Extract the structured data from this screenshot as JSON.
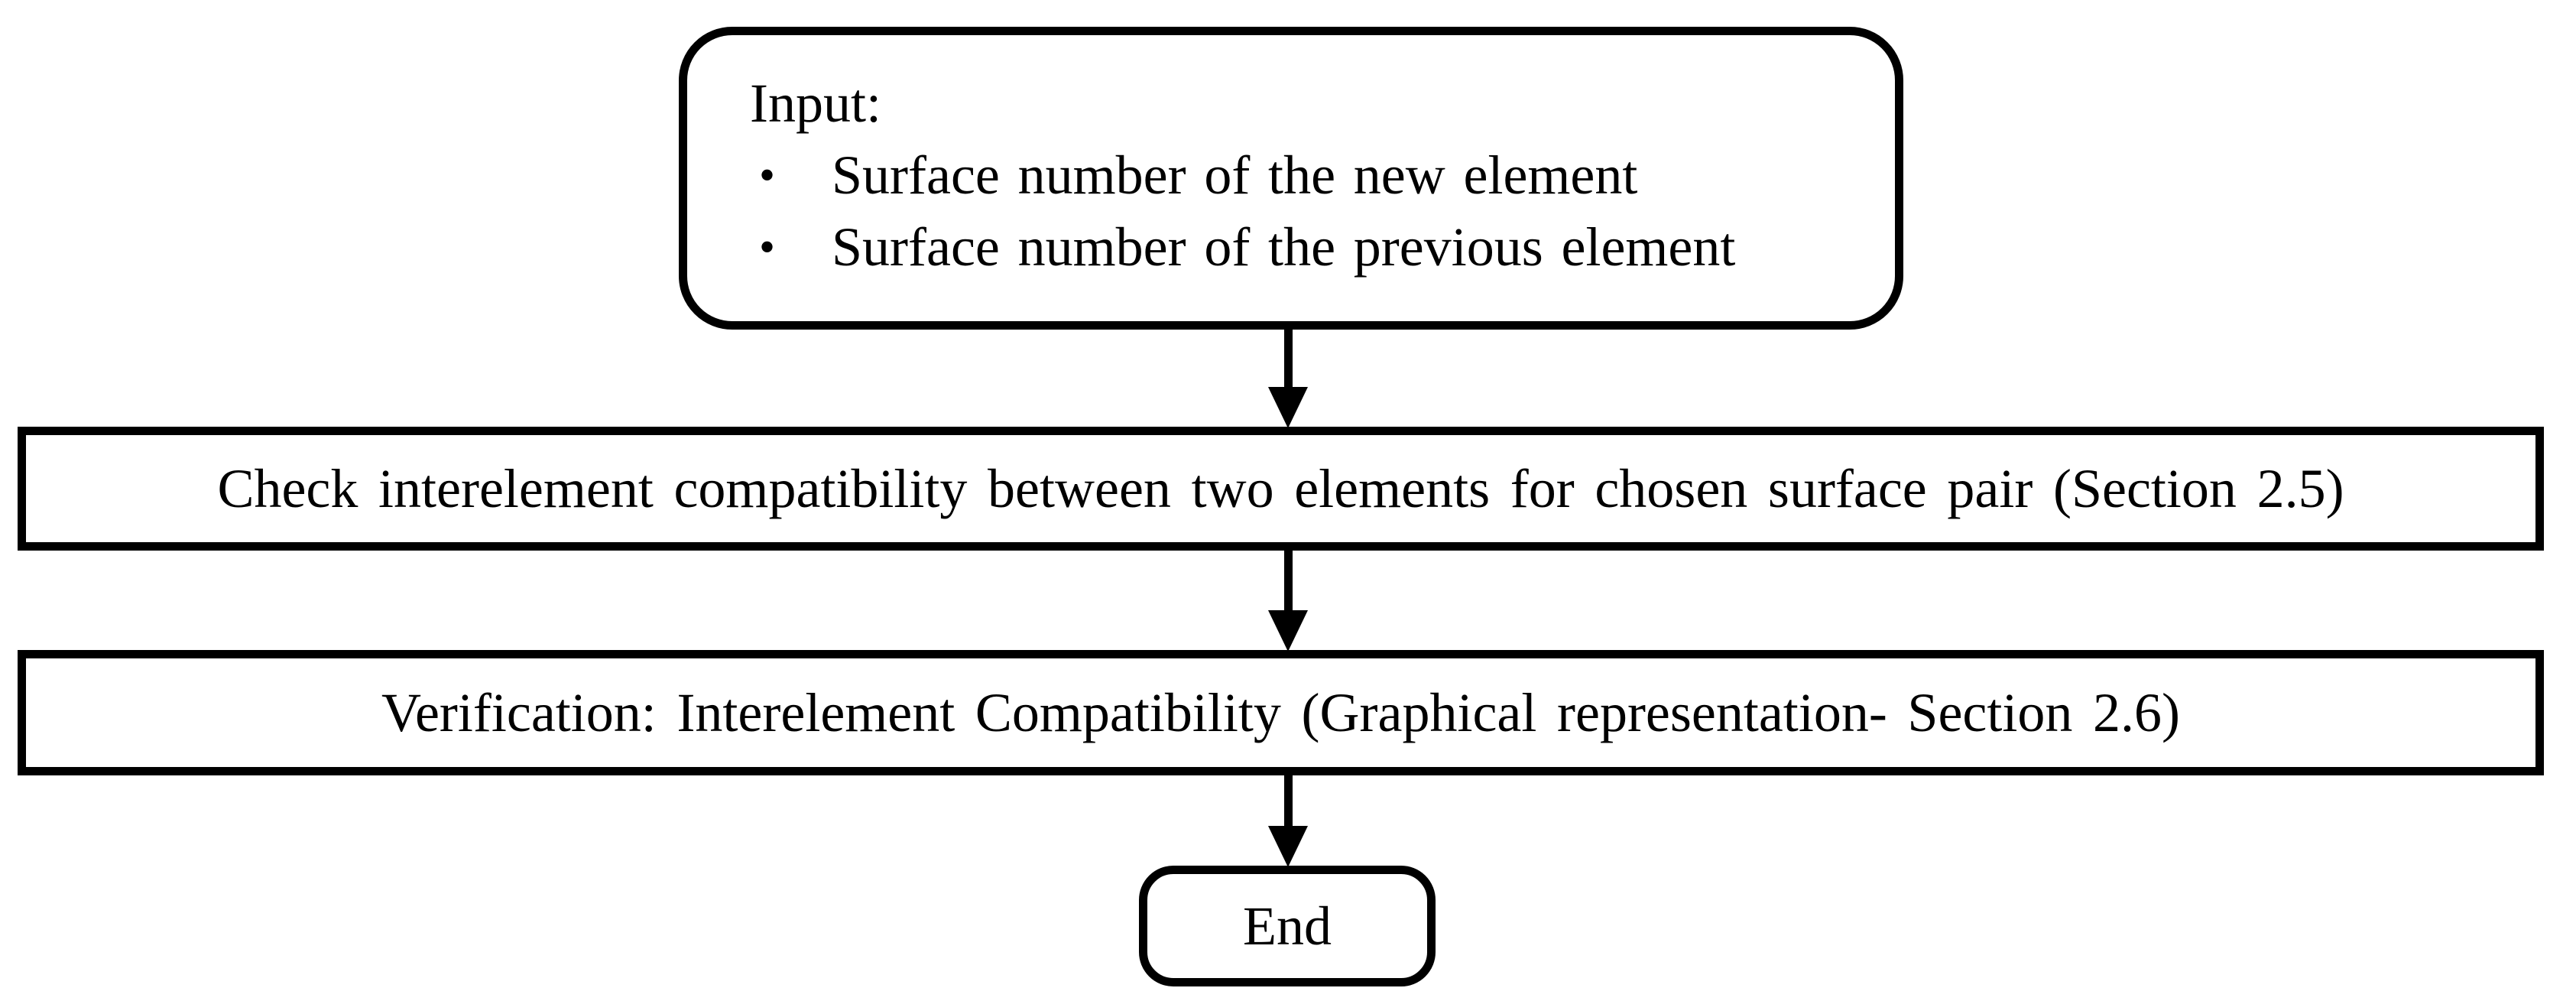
{
  "figure": {
    "background_color": "#ffffff",
    "stroke_color": "#000000",
    "text_color": "#000000",
    "nodes": {
      "input": {
        "title": "Input:",
        "bullet_char": "•",
        "bullets": [
          "Surface number of the new element",
          "Surface number of the previous element"
        ]
      },
      "check": {
        "label": "Check interelement compatibility between two elements for chosen surface pair (Section 2.5)"
      },
      "verification": {
        "label": "Verification: Interelement Compatibility (Graphical representation- Section 2.6)"
      },
      "end": {
        "label": "End"
      }
    }
  }
}
